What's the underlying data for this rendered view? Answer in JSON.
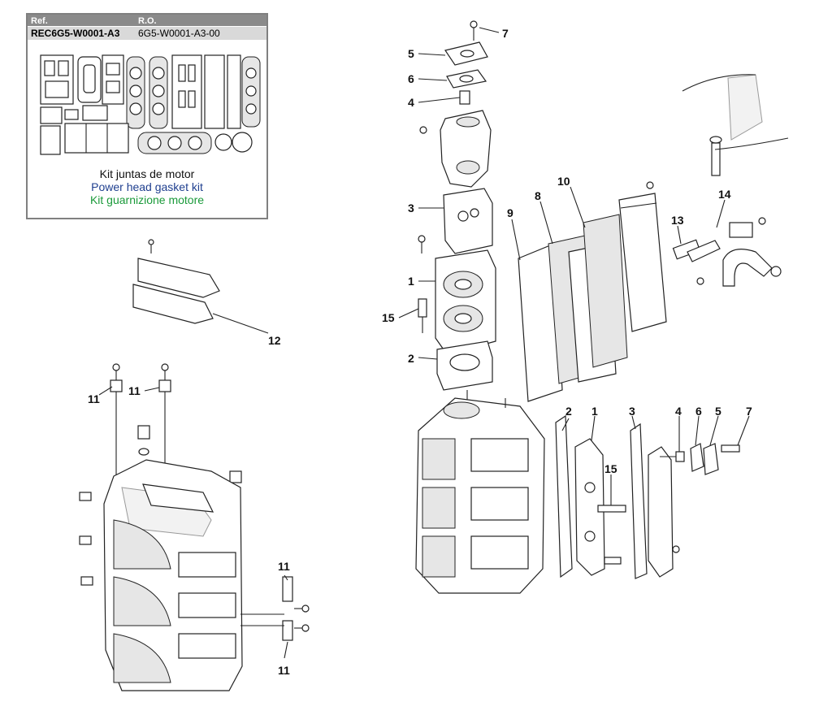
{
  "kit_box": {
    "header": {
      "ref_label": "Ref.",
      "ro_label": "R.O."
    },
    "row": {
      "ref_value": "REC6G5-W0001-A3",
      "ro_value": "6G5-W0001-A3-00"
    },
    "caption": {
      "es": "Kit juntas de motor",
      "en": "Power head gasket kit",
      "it": "Kit guarnizione motore"
    },
    "colors": {
      "header_bg": "#8a8a8a",
      "row_bg": "#d9d9d9",
      "es": "#111111",
      "en": "#1f3f8f",
      "it": "#1a9a3a",
      "border": "#808080"
    }
  },
  "callouts": {
    "c7_top": "7",
    "c5_top": "5",
    "c6_top": "6",
    "c4_top": "4",
    "c3_top": "3",
    "c1_top": "1",
    "c15_top": "15",
    "c2_top": "2",
    "c9": "9",
    "c8": "8",
    "c10": "10",
    "c13": "13",
    "c14": "14",
    "c12": "12",
    "c11_a": "11",
    "c11_b": "11",
    "c11_c": "11",
    "c11_d": "11",
    "c2_low": "2",
    "c1_low": "1",
    "c3_low": "3",
    "c4_low": "4",
    "c6_low": "6",
    "c5_low": "5",
    "c7_low": "7",
    "c15_low": "15"
  }
}
